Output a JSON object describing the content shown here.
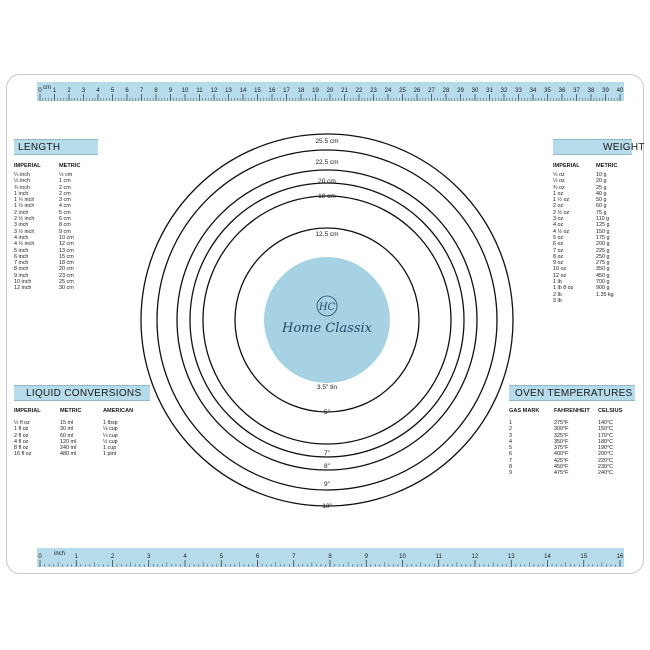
{
  "colors": {
    "accent": "#b6dbea",
    "logo_disc": "#a7d2e4",
    "ring": "#111111",
    "logo_text": "#1f4b63"
  },
  "top_ruler": {
    "unit_label": "cm",
    "numbers": [
      "0",
      "1",
      "2",
      "3",
      "4",
      "5",
      "6",
      "7",
      "8",
      "9",
      "10",
      "11",
      "12",
      "13",
      "14",
      "15",
      "16",
      "17",
      "18",
      "19",
      "20",
      "21",
      "22",
      "23",
      "24",
      "25",
      "26",
      "27",
      "28",
      "29",
      "30",
      "31",
      "32",
      "33",
      "34",
      "35",
      "36",
      "37",
      "38",
      "39",
      "40"
    ]
  },
  "bottom_ruler": {
    "unit_label": "inch",
    "numbers": [
      "0",
      "1",
      "2",
      "3",
      "4",
      "5",
      "6",
      "7",
      "8",
      "9",
      "10",
      "11",
      "12",
      "13",
      "14",
      "15",
      "16"
    ]
  },
  "length": {
    "title": "LENGTH",
    "headers": [
      "IMPERIAL",
      "METRIC"
    ],
    "imperial": [
      "¼ inch",
      "½ inch",
      "¾ inch",
      "1 inch",
      "1 ¼ inch",
      "1 ½ inch",
      "2 inch",
      "2 ½ inch",
      "3 inch",
      "3 ½ inch",
      "4 inch",
      "4 ½ inch",
      "5 inch",
      "6 inch",
      "7 inch",
      "8 inch",
      "9 inch",
      "10 inch",
      "12 inch"
    ],
    "metric": [
      "½ cm",
      "1 cm",
      "2 cm",
      "2 cm",
      "3 cm",
      "4 cm",
      "5 cm",
      "6 cm",
      "8 cm",
      "9 cm",
      "10 cm",
      "12 cm",
      "13 cm",
      "15 cm",
      "18 cm",
      "20 cm",
      "23 cm",
      "25 cm",
      "30 cm"
    ]
  },
  "weight": {
    "title": "WEIGHT",
    "headers": [
      "IMPERIAL",
      "METRIC"
    ],
    "imperial": [
      "⅓ oz",
      "½ oz",
      "¾ oz",
      "1 oz",
      "1 ½ oz",
      "2 oz",
      "2 ½ oz",
      "3 oz",
      "4 oz",
      "4 ½ oz",
      "5 oz",
      "6 oz",
      "7 oz",
      "8 oz",
      "9 oz",
      "10 oz",
      "12 oz",
      "1 lb",
      "1 lb 8 oz",
      "2 lb",
      "3 lb"
    ],
    "metric": [
      "10 g",
      "20 g",
      "25 g",
      "40 g",
      "50 g",
      "60 g",
      "75 g",
      "110 g",
      "125 g",
      "150 g",
      "175 g",
      "200 g",
      "225 g",
      "250 g",
      "275 g",
      "350 g",
      "450 g",
      "700 g",
      "900 g",
      "1.35 kg"
    ]
  },
  "liquid": {
    "title": "LIQUID CONVERSIONS",
    "headers": [
      "IMPERIAL",
      "METRIC",
      "AMERICAN"
    ],
    "imperial": [
      "½ fl oz",
      "1 fl oz",
      "2 fl oz",
      "4 fl oz",
      "8 fl oz",
      "16 fl oz"
    ],
    "metric": [
      "15 ml",
      "30 ml",
      "60 ml",
      "120 ml",
      "240 ml",
      "480 ml"
    ],
    "american": [
      "1 tbsp",
      "⅛ cup",
      "¼ cup",
      "½ cup",
      "1 cup",
      "1 pint"
    ]
  },
  "oven": {
    "title": "OVEN TEMPERATURES",
    "headers": [
      "GAS MARK",
      "FAHRENHEIT",
      "CELSIUS"
    ],
    "gas": [
      "1",
      "2",
      "3",
      "4",
      "5",
      "6",
      "7",
      "8",
      "9"
    ],
    "fahrenheit": [
      "275°F",
      "300°F",
      "325°F",
      "350°F",
      "375°F",
      "400°F",
      "425°F",
      "450°F",
      "475°F"
    ],
    "celsius": [
      "140°C",
      "150°C",
      "170°C",
      "180°C",
      "190°C",
      "200°C",
      "220°C",
      "230°C",
      "240°C"
    ]
  },
  "circles": {
    "top_labels": [
      "25.5 cm",
      "22.5 cm",
      "20 cm",
      "18 cm",
      "12.5 cm"
    ],
    "bottom_labels": [
      "3.5\" tin",
      "5\"",
      "7\"",
      "8\"",
      "9\"",
      "10\""
    ]
  },
  "logo": {
    "monogram": "HC",
    "text": "Home Classix"
  }
}
